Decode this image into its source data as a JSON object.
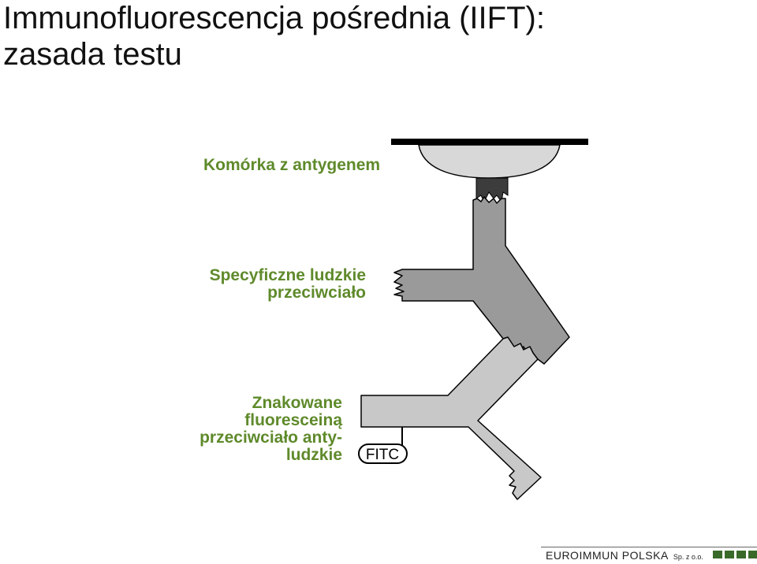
{
  "title": {
    "line1": "Immunofluorescencja pośrednia (IIFT):",
    "line2": "zasada testu"
  },
  "labels": {
    "cell": "Komórka z antygenem",
    "antibody_line1": "Specyficzne ludzkie",
    "antibody_line2": "przeciwciało",
    "fitc_antibody_line1": "Znakowane",
    "fitc_antibody_line2": "fluoresceiną",
    "fitc_antibody_line3": "przeciwciało anty-",
    "fitc_antibody_line4": "ludzkie"
  },
  "fitc_tag": "FITC",
  "footer": {
    "brand": "EUROIMMUN POLSKA",
    "suffix": "Sp. z o.o."
  },
  "colors": {
    "title": "#111111",
    "label_green": "#5f8a2b",
    "cell_fill": "#d8d8d8",
    "antigen_fill": "#3c3c3c",
    "antibody_fill": "#9a9a9a",
    "fitc_antibody_fill": "#c8c8c8",
    "footer_accent": "#3a6a2a"
  }
}
